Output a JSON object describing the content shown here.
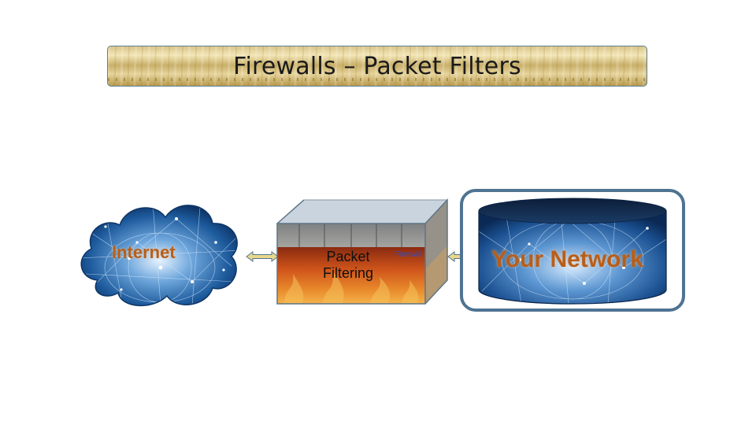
{
  "slide": {
    "title": "Firewalls – Packet Filters"
  },
  "nodes": {
    "internet": {
      "label": "Internet",
      "icon": "cloud-globe-icon"
    },
    "firewall": {
      "label_line1": "Packet",
      "label_line2": "Filtering",
      "tag": "Firewall",
      "icon": "firewall-wall-fire-icon"
    },
    "network": {
      "label": "Your Network",
      "icon": "network-cylinder-icon"
    }
  },
  "colors": {
    "label_orange": "#b85e1a",
    "frame_blue": "#4f7392",
    "banner_gold": "#d9c58a",
    "globe_blue": "#1d5a9c"
  }
}
